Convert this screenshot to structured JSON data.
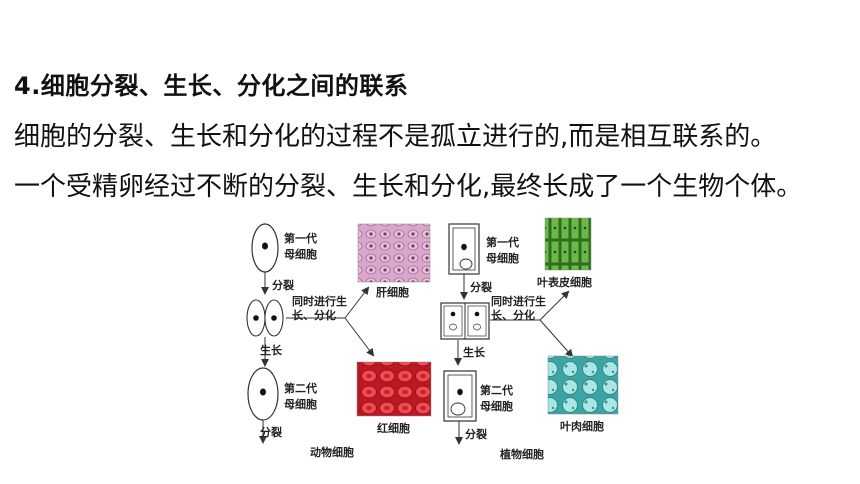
{
  "heading": "4.细胞分裂、生长、分化之间的联系",
  "paragraphs": [
    "细胞的分裂、生长和分化的过程不是孤立进行的,而是相互联系的。",
    "一个受精卵经过不断的分裂、生长和分化,最终长成了一个生物个体。"
  ],
  "diagram": {
    "animal": {
      "mother_cell": [
        "第一代",
        "母细胞"
      ],
      "divide_1": "分裂",
      "simultaneous": [
        "同时进行生",
        "长、分化"
      ],
      "grow": "生长",
      "second_gen": [
        "第二代",
        "母细胞"
      ],
      "divide_2": "分裂",
      "caption": "动物细胞",
      "tissue_top": "肝细胞",
      "tissue_bottom": "红细胞"
    },
    "plant": {
      "mother_cell": [
        "第一代",
        "母细胞"
      ],
      "divide_1": "分裂",
      "simultaneous": [
        "同时进行生",
        "长、分化"
      ],
      "grow": "生长",
      "second_gen": [
        "第二代",
        "母细胞"
      ],
      "divide_2": "分裂",
      "caption": "植物细胞",
      "tissue_top": "叶表皮细胞",
      "tissue_bottom": "叶肉细胞"
    },
    "colors": {
      "liver": "#c98fb5",
      "red_blood": "#e2323c",
      "epidermis": "#3f8f2a",
      "mesophyll": "#7fcfcf"
    }
  }
}
